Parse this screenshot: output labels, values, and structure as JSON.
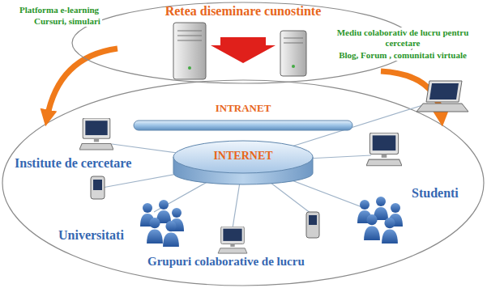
{
  "diagram": {
    "nodes": [
      {
        "text": [
          "Retea diseminare cunostinte"
        ]
      },
      {
        "text": [
          "INTRANET"
        ]
      },
      {
        "text": [
          "INTERNET"
        ]
      }
    ],
    "labels": [
      "Platforma e-learning",
      "Cursuri, simulari",
      "Mediu colaborativ de lucru pentru cercetare",
      "Blog, Forum , comunitati virtuale",
      "Institute de cercetare",
      "Universitati",
      "Grupuri colaborative de lucru",
      "Studenti"
    ]
  }
}
